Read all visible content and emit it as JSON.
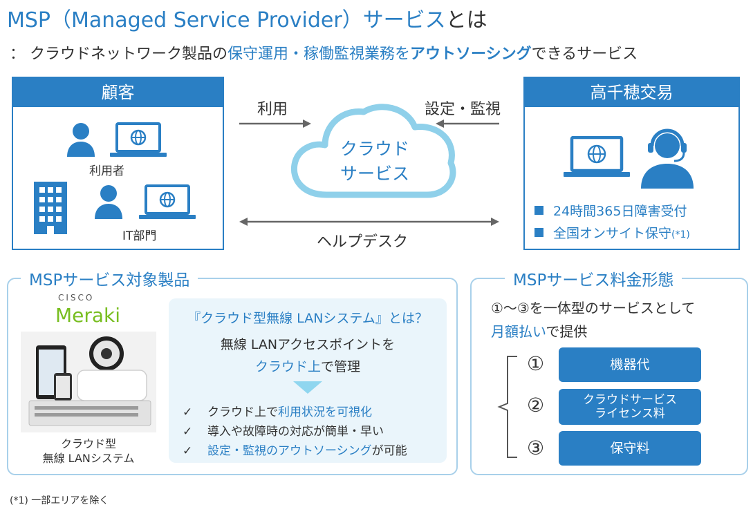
{
  "title": {
    "part1": "MSP（Managed Service Provider）",
    "part2": "サービス",
    "part3": "とは"
  },
  "subtitle": {
    "prefix": "： クラウドネットワーク製品の",
    "hl1": "保守運用・稼働監視業務を",
    "hl2": "アウトソーシング",
    "suffix": "できるサービス"
  },
  "customer": {
    "title": "顧客",
    "user_label": "利用者",
    "it_label": "IT部門"
  },
  "arrows": {
    "use": "利用",
    "config": "設定・監視",
    "helpdesk": "ヘルプデスク"
  },
  "cloud": {
    "line1": "クラウド",
    "line2": "サービス"
  },
  "provider": {
    "title": "高千穂交易",
    "bullet1": "24時間365日障害受付",
    "bullet2": "全国オンサイト保守",
    "bullet2_note": "(*1)"
  },
  "products": {
    "section_title": "MSPサービス対象製品",
    "brand_small": "CISCO",
    "brand": "Meraki",
    "caption1": "クラウド型",
    "caption2": "無線 LANシステム",
    "q": "『クラウド型無線 LANシステム』とは？",
    "desc1": "無線 LANアクセスポイントを",
    "desc2_hl": "クラウド上",
    "desc2": "で管理",
    "check_mark": "✓",
    "c1_pre": "クラウド上で",
    "c1_hl": "利用状況を可視化",
    "c2": "導入や故障時の対応が簡単・早い",
    "c3_hl": "設定・監視のアウトソーシング",
    "c3_post": "が可能"
  },
  "pricing": {
    "section_title": "MSPサービス料金形態",
    "line1": "①～③を一体型のサービスとして",
    "line2_hl": "月額払い",
    "line2": "で提供",
    "items": [
      {
        "num": "①",
        "label": "機器代"
      },
      {
        "num": "②",
        "label": "クラウドサービス",
        "label2": "ライセンス料"
      },
      {
        "num": "③",
        "label": "保守料"
      }
    ]
  },
  "footnote": "(*1) 一部エリアを除く",
  "colors": {
    "accent": "#2a7fc4",
    "light": "#eaf5fb",
    "cloud": "#8fd0ea"
  }
}
